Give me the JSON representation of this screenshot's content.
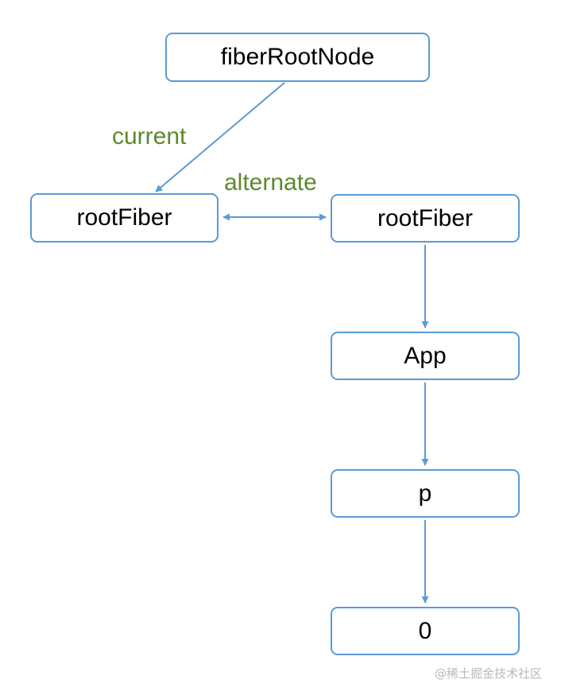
{
  "diagram": {
    "nodes": {
      "fiber_root_node": "fiberRootNode",
      "current_root_fiber": "rootFiber",
      "wip_root_fiber": "rootFiber",
      "app": "App",
      "p": "p",
      "text_zero": "0"
    },
    "edge_labels": {
      "current": "current",
      "alternate": "alternate"
    },
    "colors": {
      "node_border": "#5b9bd5",
      "arrow": "#5b9bd5",
      "edge_label": "#5b8a2e",
      "node_text": "#000000"
    }
  },
  "watermark": "@稀土掘金技术社区"
}
